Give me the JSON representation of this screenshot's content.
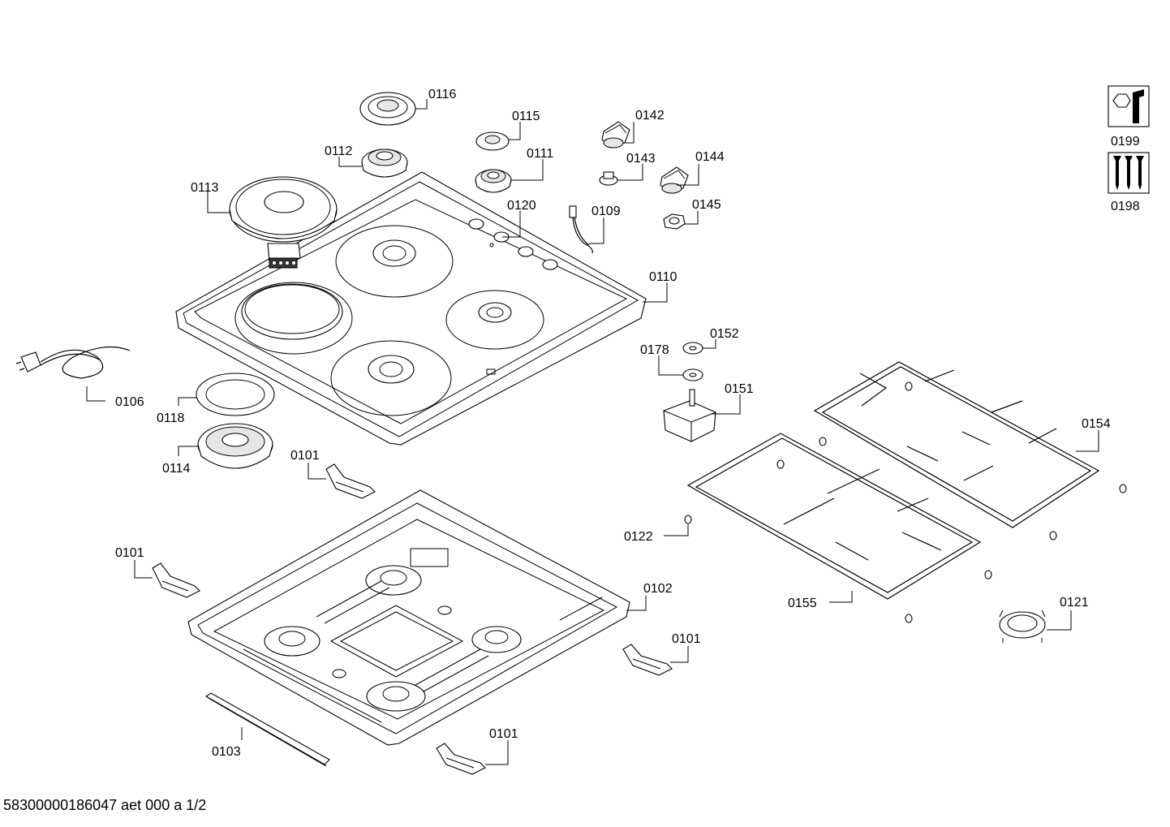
{
  "parts": {
    "p0116": "0116",
    "p0115": "0115",
    "p0142": "0142",
    "p0112": "0112",
    "p0111": "0111",
    "p0143": "0143",
    "p0144": "0144",
    "p0113": "0113",
    "p0120": "0120",
    "p0109": "0109",
    "p0145": "0145",
    "p0110": "0110",
    "p0152": "0152",
    "p0178": "0178",
    "p0106": "0106",
    "p0118": "0118",
    "p0151": "0151",
    "p0154": "0154",
    "p0114": "0114",
    "p0101a": "0101",
    "p0122": "0122",
    "p0101b": "0101",
    "p0102": "0102",
    "p0155": "0155",
    "p0121": "0121",
    "p0101c": "0101",
    "p0101d": "0101",
    "p0103": "0103",
    "p0199": "0199",
    "p0198": "0198"
  },
  "icons": {
    "service_kit": "wrench-nut-icon",
    "screw_kit": "screws-icon"
  },
  "footer": "58300000186047 aet 000 a 1/2"
}
